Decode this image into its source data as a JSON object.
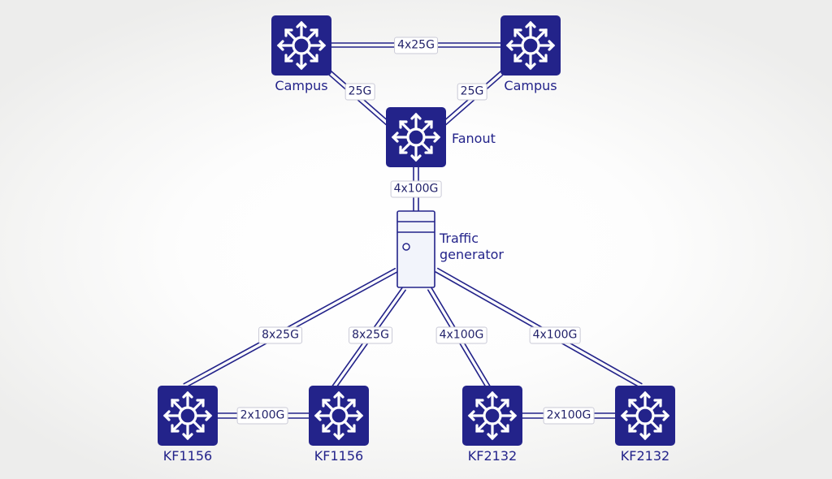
{
  "nodes": {
    "campus_left": "Campus",
    "campus_right": "Campus",
    "fanout": "Fanout",
    "traffic_generator": [
      "Traffic",
      "generator"
    ],
    "kf1156_a": "KF1156",
    "kf1156_b": "KF1156",
    "kf2132_a": "KF2132",
    "kf2132_b": "KF2132"
  },
  "links": {
    "campus_to_campus": "4x25G",
    "campus_left_to_fanout": "25G",
    "campus_right_to_fanout": "25G",
    "fanout_to_generator": "4x100G",
    "generator_to_kf1156_a": "8x25G",
    "generator_to_kf1156_b": "8x25G",
    "generator_to_kf2132_a": "4x100G",
    "generator_to_kf2132_b": "4x100G",
    "kf1156_a_to_kf1156_b": "2x100G",
    "kf2132_a_to_kf2132_b": "2x100G"
  },
  "colors": {
    "switch_fill": "#23238a",
    "switch_icon": "#ffffff",
    "wire": "#23238a",
    "label_text": "#23238a",
    "server_fill": "#f2f4fb",
    "server_stroke": "#23238a"
  },
  "icons": {
    "switch": "network-switch-icon",
    "server": "server-tower-icon"
  }
}
